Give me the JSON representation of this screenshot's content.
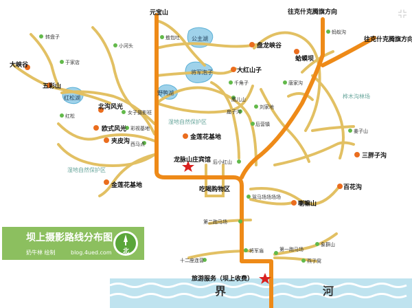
{
  "title": "坝上摄影路线分布图",
  "author": "奶牛林 绘制",
  "website": "blog.4ued.com",
  "north_label": "北",
  "river_label_left": "界",
  "river_label_right": "河",
  "hotel": "龙脉山庄宾馆",
  "tourist_service": "旅游服务（坝上收费）",
  "shopping": "吃喝购物区",
  "colors": {
    "main_road": "#ee8a18",
    "minor_road": "#e2c063",
    "lake": "#9fd2ea",
    "river": "#bfe3ef",
    "legend_bg": "#8cbf5f",
    "spot_orange": "#ea6d1e",
    "spot_green": "#62b94a",
    "star": "#d9211f"
  },
  "directions": {
    "top_center": "元宝山",
    "top_right_1": "往克什克腾旗方向",
    "top_right_2": "往克什克腾旗方向"
  },
  "major_spots": [
    "大峡谷",
    "五彩山",
    "北沟风光",
    "欧式风光",
    "夹皮沟",
    "金莲花基地",
    "金莲花基地",
    "盘龙峡谷",
    "大红山子",
    "蛤蟆坝",
    "三胖子沟",
    "百花沟",
    "喇嘛山"
  ],
  "minor_spots": [
    "转盘子",
    "小河头",
    "于家店",
    "红松",
    "女子摄影班",
    "彩视基地",
    "西马点",
    "敖包吐",
    "千角子",
    "鹰儿山",
    "扁子沟",
    "刘家地",
    "后营镇",
    "唐家沟",
    "蚂蚁沟",
    "姜子山",
    "后小红山",
    "驾马场场场场",
    "第二跑马场",
    "将军庙",
    "第一跑马场",
    "十二座连营",
    "象群山",
    "燕子窝"
  ],
  "lakes": [
    "公主湖",
    "将军泡子",
    "野鸭湖",
    "红松湖"
  ],
  "areas": [
    "湿地自然保护区",
    "湿地自然保护区",
    "桦木沟林场"
  ]
}
